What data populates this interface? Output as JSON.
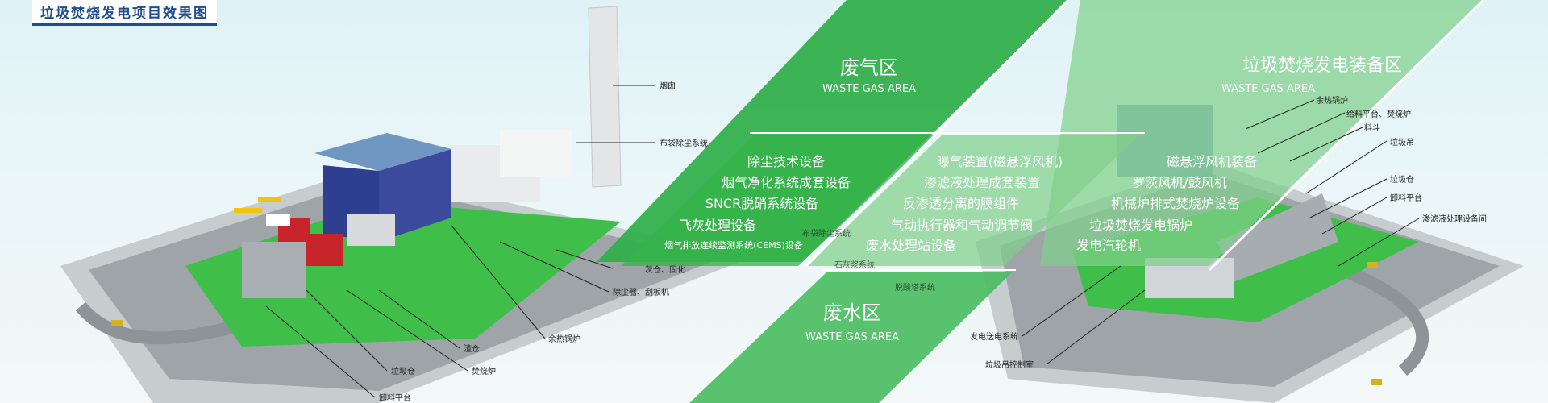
{
  "title": "垃圾焚烧发电项目效果图",
  "left_labels": {
    "chimney": "烟囱",
    "bag_filter": "布袋除尘系统",
    "ash_silo": "灰仓、固化",
    "dust_scraper": "除尘器、刮板机",
    "waste_heat_boiler": "余热锅炉",
    "slag_bin": "渣仓",
    "incinerator": "焚烧炉",
    "waste_bin": "垃圾仓",
    "unloading_platform": "卸料平台"
  },
  "right_labels": {
    "waste_heat_boiler": "余热锅炉",
    "feed_incinerator": "给料平台、焚烧炉",
    "hopper": "料斗",
    "waste_crane": "垃圾吊",
    "waste_bin": "垃圾仓",
    "unloading_platform": "卸料平台",
    "leachate_room": "渗滤液处理设备间",
    "generation_system": "发电送电系统",
    "crane_control": "垃圾吊控制室",
    "dedusting_system": "布袋除尘系统",
    "slaked_lime": "石灰浆系统",
    "desulfur_tower": "脱酸塔系统"
  },
  "zones": {
    "gas": {
      "title": "废气区",
      "subtitle": "WASTE GAS AREA",
      "items": [
        "除尘技术设备",
        "烟气净化系统成套设备",
        "SNCR脱硝系统设备",
        "飞灰处理设备",
        "烟气排放连续监测系统(CEMS)设备"
      ]
    },
    "water": {
      "title": "废水区",
      "subtitle": "WASTE GAS AREA",
      "items": [
        "曝气装置(磁悬浮风机)",
        "渗滤液处理成套装置",
        "反渗透分离的膜组件",
        "气动执行器和气动调节阀",
        "废水处理站设备"
      ]
    },
    "equipment": {
      "title": "垃圾焚烧发电装备区",
      "subtitle": "WASTE GAS AREA",
      "items": [
        "磁悬浮风机装备",
        "罗茨风机/鼓风机",
        "机械炉排式焚烧炉设备",
        "垃圾焚烧发电锅炉",
        "发电汽轮机"
      ]
    }
  },
  "colors": {
    "band_green": "#35b34a",
    "band_light": "#7fd08b",
    "plant_green": "#3fbf4a",
    "title_blue": "#1f4d8f"
  }
}
